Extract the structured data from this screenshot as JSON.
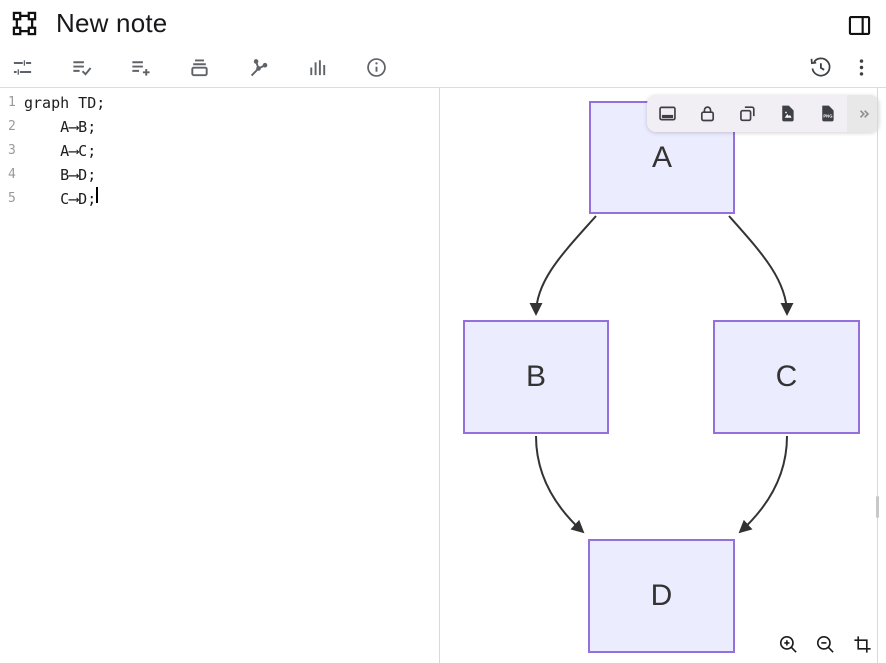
{
  "header": {
    "title": "New note",
    "left_icon": "frame-icon",
    "right_icon": "panel-toggle-icon"
  },
  "toolbar": {
    "items": [
      "tune",
      "list-check",
      "list-add",
      "archive",
      "graph",
      "bar-chart",
      "info"
    ],
    "right_items": [
      "history",
      "more-options"
    ]
  },
  "editor": {
    "language": "mermaid",
    "lines": [
      {
        "num": "1",
        "code": "graph TD;"
      },
      {
        "num": "2",
        "code": "    A⟶B;"
      },
      {
        "num": "3",
        "code": "    A⟶C;"
      },
      {
        "num": "4",
        "code": "    B⟶D;"
      },
      {
        "num": "5",
        "code": "    C⟶D;"
      }
    ]
  },
  "canvas_toolbar": {
    "icons": [
      "bottom-panel",
      "lock",
      "duplicate",
      "export-image",
      "export-png",
      "expand-more"
    ]
  },
  "diagram": {
    "type": "flowchart-TD",
    "nodes": [
      {
        "id": "A",
        "label": "A"
      },
      {
        "id": "B",
        "label": "B"
      },
      {
        "id": "C",
        "label": "C"
      },
      {
        "id": "D",
        "label": "D"
      }
    ],
    "edges": [
      {
        "from": "A",
        "to": "B"
      },
      {
        "from": "A",
        "to": "C"
      },
      {
        "from": "B",
        "to": "D"
      },
      {
        "from": "C",
        "to": "D"
      }
    ],
    "colors": {
      "node_fill": "#ECECFF",
      "node_border": "#9370DB",
      "edge": "#333333"
    }
  },
  "zoom_controls": {
    "icons": [
      "zoom-in",
      "zoom-out",
      "fit-selection"
    ]
  }
}
